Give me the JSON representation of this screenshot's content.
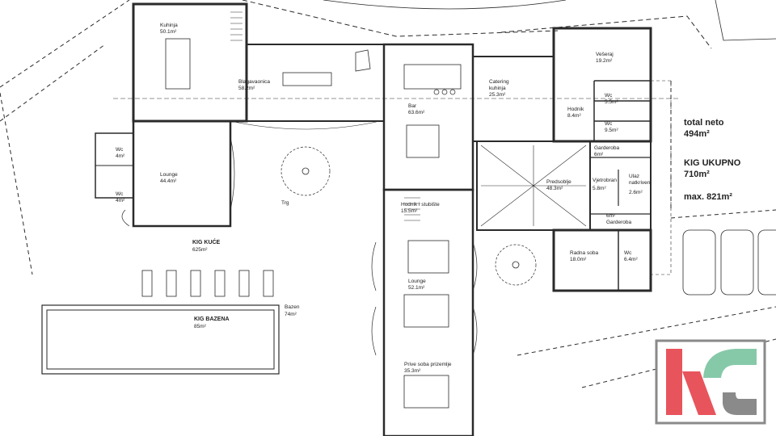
{
  "rooms": [
    {
      "id": "kuhinja",
      "name": "Kuhinja",
      "area": "50.1m²"
    },
    {
      "id": "blagavaonica",
      "name": "Blagavaonica",
      "area": "58.2m²"
    },
    {
      "id": "bar",
      "name": "Bar",
      "area": "63.6m²"
    },
    {
      "id": "catering",
      "name": "Catering kuhinja",
      "area": "25.3m²"
    },
    {
      "id": "vesraj",
      "name": "Vešeraj",
      "area": "19.2m²"
    },
    {
      "id": "hodnik",
      "name": "Hodnik",
      "area": "8.4m²"
    },
    {
      "id": "wc1",
      "name": "Wc",
      "area": "5.5m²"
    },
    {
      "id": "wc2",
      "name": "Wc",
      "area": "9.5m²"
    },
    {
      "id": "garderoba1",
      "name": "Garderoba",
      "area": "6m²"
    },
    {
      "id": "lounge1",
      "name": "Lounge",
      "area": "44.4m²"
    },
    {
      "id": "wc3",
      "name": "Wc",
      "area": "4m²"
    },
    {
      "id": "wc4",
      "name": "Wc",
      "area": "4m²"
    },
    {
      "id": "trg",
      "name": "Trg",
      "area": ""
    },
    {
      "id": "predsoblje",
      "name": "Predsoblje",
      "area": "48.3m²"
    },
    {
      "id": "vjetrobran",
      "name": "Vjetrobran",
      "area": "5.8m²"
    },
    {
      "id": "ulaz",
      "name": "Ulaz natkriven",
      "area": "2.6m²"
    },
    {
      "id": "garderoba2",
      "name": "Garderoba",
      "area": "6m²"
    },
    {
      "id": "hodnik2",
      "name": "Hodnik i stubište",
      "area": "15.5m²"
    },
    {
      "id": "radna",
      "name": "Radna soba",
      "area": "18.0m²"
    },
    {
      "id": "wc5",
      "name": "Wc",
      "area": "6.4m²"
    },
    {
      "id": "lounge2",
      "name": "Lounge",
      "area": "52.1m²"
    },
    {
      "id": "prive",
      "name": "Prive soba prizemlje",
      "area": "35.3m²"
    },
    {
      "id": "bazen",
      "name": "Bazen",
      "area": "74m²"
    }
  ],
  "kig_kuce": {
    "label": "KIG KUĆE",
    "area": "625m²"
  },
  "kig_bazena": {
    "label": "KIG BAZENA",
    "area": "85m²"
  },
  "totals": {
    "neto_label": "total neto",
    "neto_value": "494m²",
    "kig_label": "KIG UKUPNO",
    "kig_value": "710m²",
    "max_value": "max. 821m²"
  },
  "colors": {
    "line": "#2a2a2a",
    "logo_red": "#e8545c",
    "logo_green": "#86c9a9",
    "logo_gray": "#8a8a8a"
  },
  "logo": {
    "name": "kc-logo"
  }
}
